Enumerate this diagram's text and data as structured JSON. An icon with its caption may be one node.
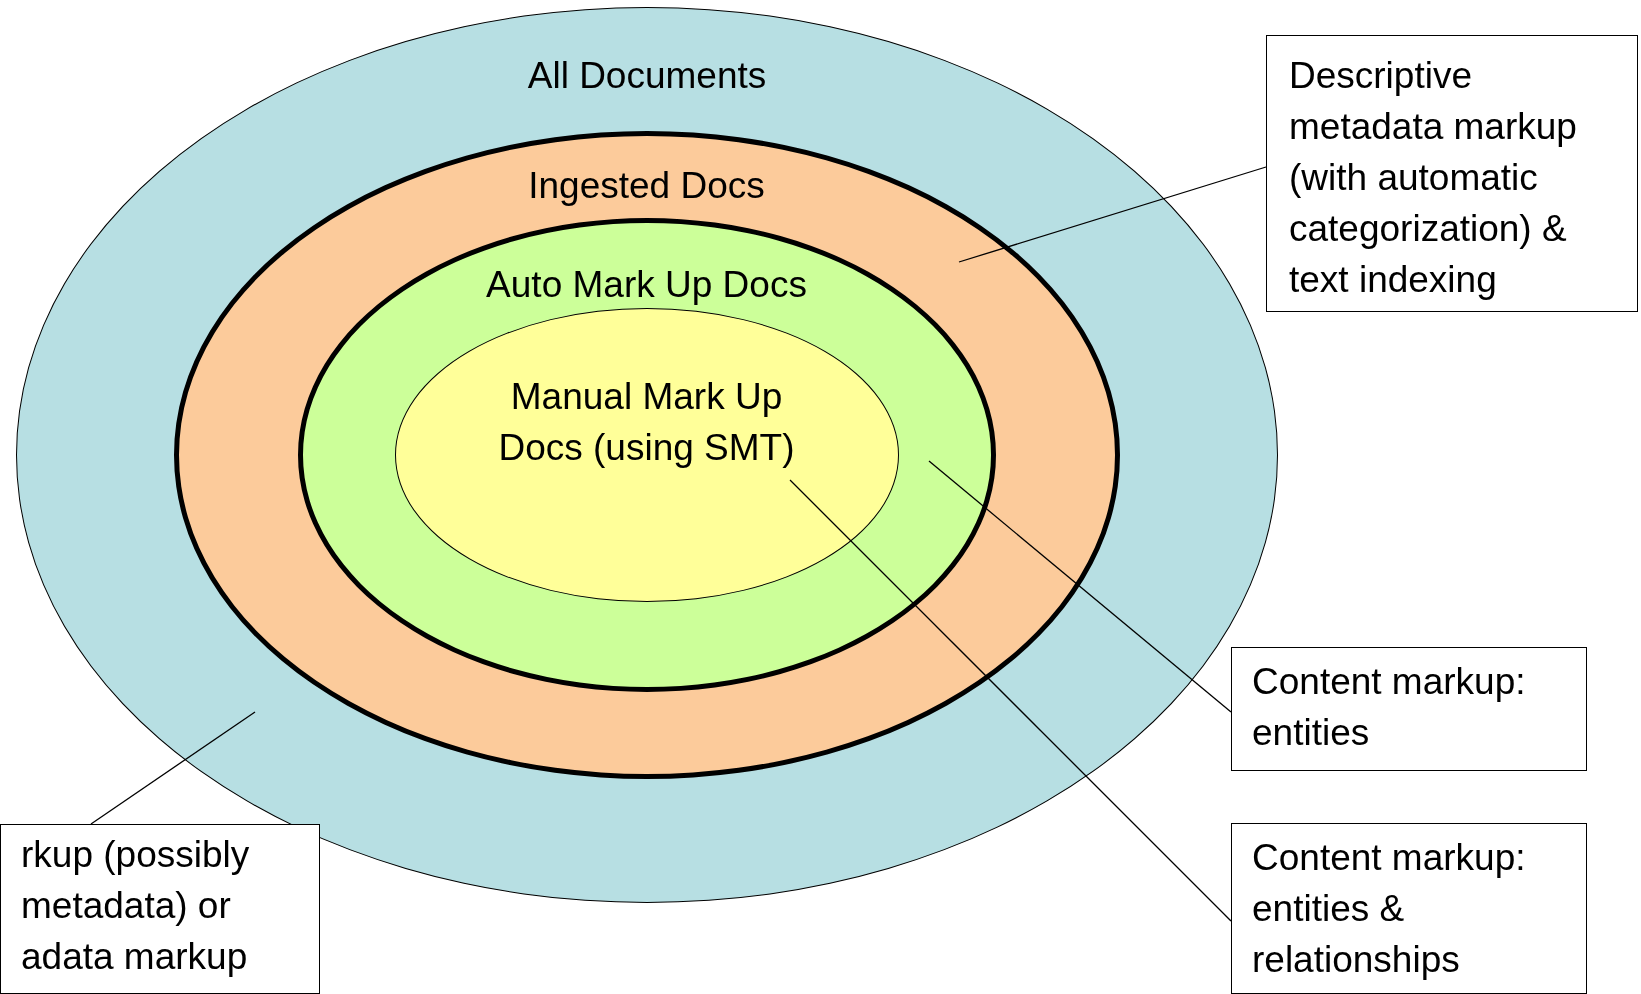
{
  "diagram": {
    "nodes": [
      {
        "text": [
          "All Documents"
        ]
      },
      {
        "text": [
          "Ingested Docs"
        ],
        "in": 0
      },
      {
        "text": [
          "Auto Mark Up Docs"
        ],
        "in": 1
      },
      {
        "text": [
          "Manual Mark Up Docs (using SMT)"
        ],
        "in": 2
      },
      {
        "text": [
          "Descriptive metadata markup (with automatic categorization) & text indexing"
        ]
      },
      {
        "text": [
          "Content markup: entities"
        ]
      },
      {
        "text": [
          "Content markup: entities & relationships"
        ]
      },
      {
        "text": [
          "rkup (possibly metadata) or adata markup"
        ]
      }
    ],
    "edges": [
      {
        "from": 4,
        "to": 1,
        "arrow": "none"
      },
      {
        "from": 5,
        "to": 2,
        "arrow": "none"
      },
      {
        "from": 6,
        "to": 3,
        "arrow": "none"
      },
      {
        "from": 7,
        "to": 0,
        "arrow": "none"
      }
    ]
  }
}
